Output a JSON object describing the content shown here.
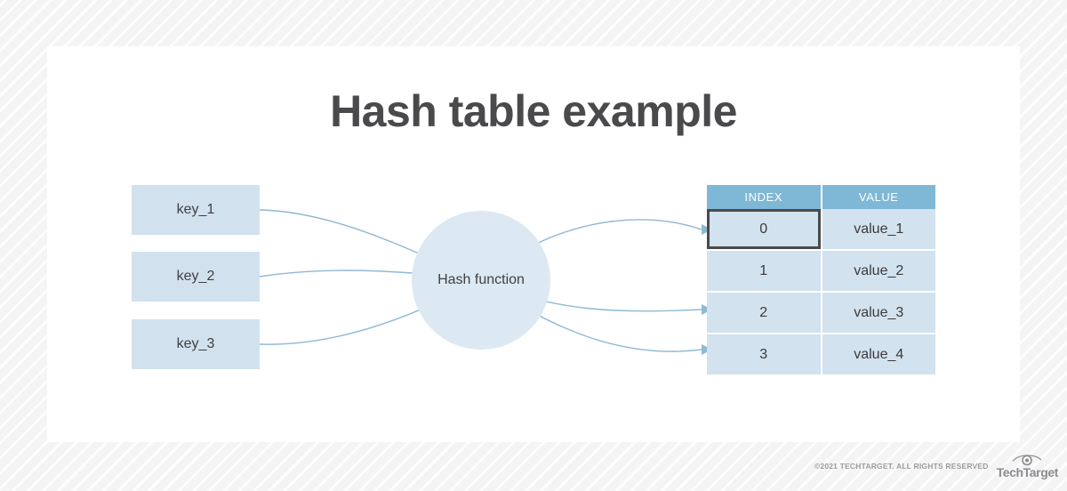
{
  "slide": {
    "title": "Hash table example"
  },
  "keys": [
    {
      "label": "key_1"
    },
    {
      "label": "key_2"
    },
    {
      "label": "key_3"
    }
  ],
  "hash_function": {
    "label": "Hash function"
  },
  "table": {
    "headers": [
      "INDEX",
      "VALUE"
    ],
    "rows": [
      {
        "index": "0",
        "value": "value_1",
        "highlighted": true
      },
      {
        "index": "1",
        "value": "value_2",
        "highlighted": false
      },
      {
        "index": "2",
        "value": "value_3",
        "highlighted": false
      },
      {
        "index": "3",
        "value": "value_4",
        "highlighted": false
      }
    ]
  },
  "footer": {
    "copyright": "©2021 TECHTARGET. ALL RIGHTS RESERVED",
    "logo_text": "TechTarget",
    "logo_icon": "eye-icon"
  },
  "colors": {
    "header_blue": "#7fb8d6",
    "cell_blue": "#d2e2ee",
    "key_blue": "#d2e1ee",
    "circle_blue": "#dce9f2",
    "connector_blue": "#8fb9d2",
    "title_gray": "#4a4a4c",
    "highlight_border": "#4a4a4c"
  }
}
